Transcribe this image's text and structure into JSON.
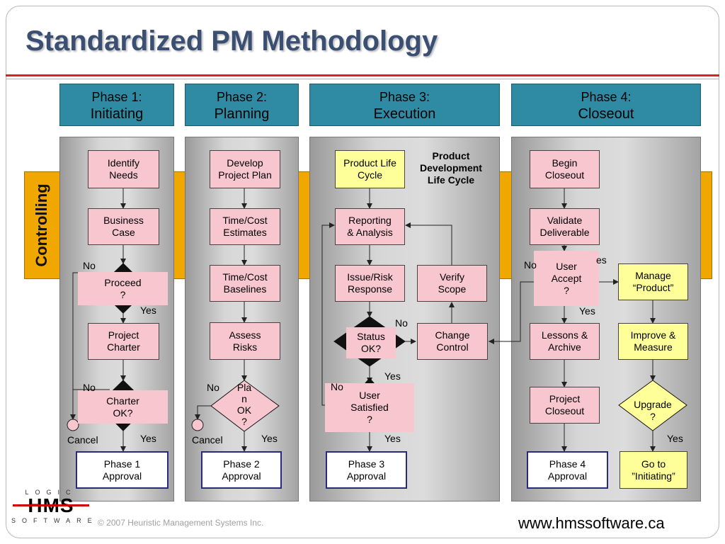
{
  "title": "Standardized PM Methodology",
  "controlling": "Controlling",
  "phases": [
    {
      "line1": "Phase 1:",
      "line2": "Initiating"
    },
    {
      "line1": "Phase 2:",
      "line2": "Planning"
    },
    {
      "line1": "Phase 3:",
      "line2": "Execution"
    },
    {
      "line1": "Phase 4:",
      "line2": "Closeout"
    }
  ],
  "col1": {
    "identify": "Identify\nNeeds",
    "business": "Business\nCase",
    "proceed": "Proceed\n?",
    "charter": "Project\nCharter",
    "charter_ok": "Charter\nOK?",
    "approval": "Phase 1\nApproval",
    "no1": "No",
    "yes1": "Yes",
    "no2": "No",
    "yes2": "Yes",
    "cancel": "Cancel"
  },
  "col2": {
    "develop": "Develop\nProject Plan",
    "estimates": "Time/Cost\nEstimates",
    "baselines": "Time/Cost\nBaselines",
    "risks": "Assess\nRisks",
    "plan_ok": "Pla\nn\nOK\n?",
    "approval": "Phase 2\nApproval",
    "no": "No",
    "yes": "Yes",
    "cancel": "Cancel"
  },
  "col3": {
    "plc": "Product Life\nCycle",
    "pdlc": "Product\nDevelopment\nLife Cycle",
    "reporting": "Reporting\n& Analysis",
    "issue": "Issue/Risk\nResponse",
    "verify": "Verify\nScope",
    "status": "Status\nOK?",
    "change": "Change\nControl",
    "satisfied": "User\nSatisfied\n?",
    "approval": "Phase 3\nApproval",
    "no1": "No",
    "yes1": "Yes",
    "no2": "No",
    "yes2": "Yes"
  },
  "col4": {
    "begin": "Begin\nCloseout",
    "validate": "Validate\nDeliverable",
    "accept": "User\nAccept\n?",
    "manage": "Manage\n“Product”",
    "lessons": "Lessons &\nArchive",
    "improve": "Improve &\nMeasure",
    "closeout": "Project\nCloseout",
    "upgrade": "Upgrade\n?",
    "approval": "Phase 4\nApproval",
    "goto": "Go to\n”Initiating”",
    "no": "No",
    "yes_top": "es",
    "yes1": "Yes",
    "yes2": "Yes"
  },
  "logo": {
    "top": "LOGIC",
    "main": "HMS",
    "bottom": "SOFTWARE"
  },
  "copyright": "© 2007 Heuristic Management Systems Inc.",
  "url": "www.hmssoftware.ca"
}
